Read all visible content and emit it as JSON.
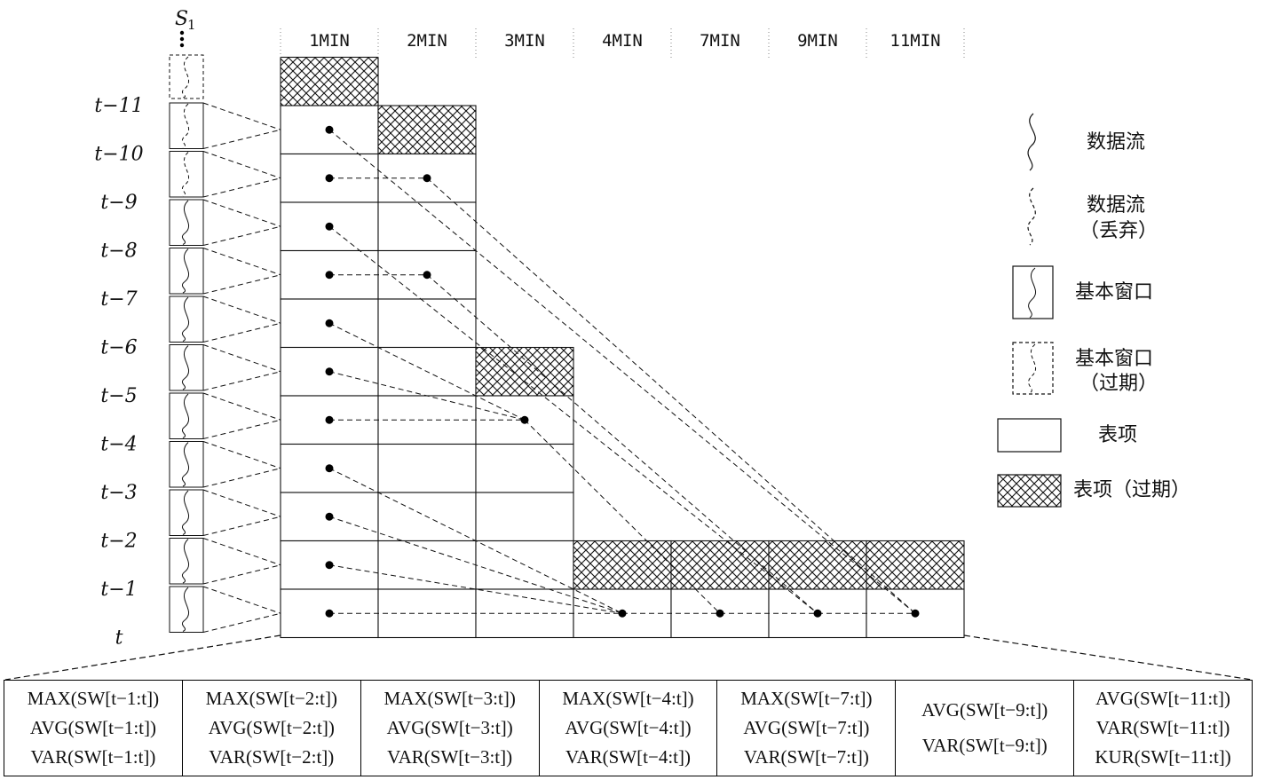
{
  "stream_label": {
    "symbol": "S",
    "subscript": "1"
  },
  "columns": [
    "1MIN",
    "2MIN",
    "3MIN",
    "4MIN",
    "7MIN",
    "9MIN",
    "11MIN"
  ],
  "row_labels": [
    "t−11",
    "t−10",
    "t−9",
    "t−8",
    "t−7",
    "t−6",
    "t−5",
    "t−4",
    "t−3",
    "t−2",
    "t−1",
    "t"
  ],
  "legend": {
    "stream": "数据流",
    "stream_dropped_1": "数据流",
    "stream_dropped_2": "（丢弃）",
    "window": "基本窗口",
    "window_expired_1": "基本窗口",
    "window_expired_2": "（过期）",
    "entry": "表项",
    "entry_expired": "表项（过期）"
  },
  "table": [
    [
      "MAX(SW[t−1:t])",
      "AVG(SW[t−1:t])",
      "VAR(SW[t−1:t])"
    ],
    [
      "MAX(SW[t−2:t])",
      "AVG(SW[t−2:t])",
      "VAR(SW[t−2:t])"
    ],
    [
      "MAX(SW[t−3:t])",
      "AVG(SW[t−3:t])",
      "VAR(SW[t−3:t])"
    ],
    [
      "MAX(SW[t−4:t])",
      "AVG(SW[t−4:t])",
      "VAR(SW[t−4:t])"
    ],
    [
      "MAX(SW[t−7:t])",
      "AVG(SW[t−7:t])",
      "VAR(SW[t−7:t])"
    ],
    [
      "AVG(SW[t−9:t])",
      "VAR(SW[t−9:t])"
    ],
    [
      "AVG(SW[t−11:t])",
      "VAR(SW[t−11:t])",
      "KUR(SW[t−11:t])"
    ]
  ],
  "colors": {
    "line": "#111111",
    "background": "#ffffff"
  }
}
